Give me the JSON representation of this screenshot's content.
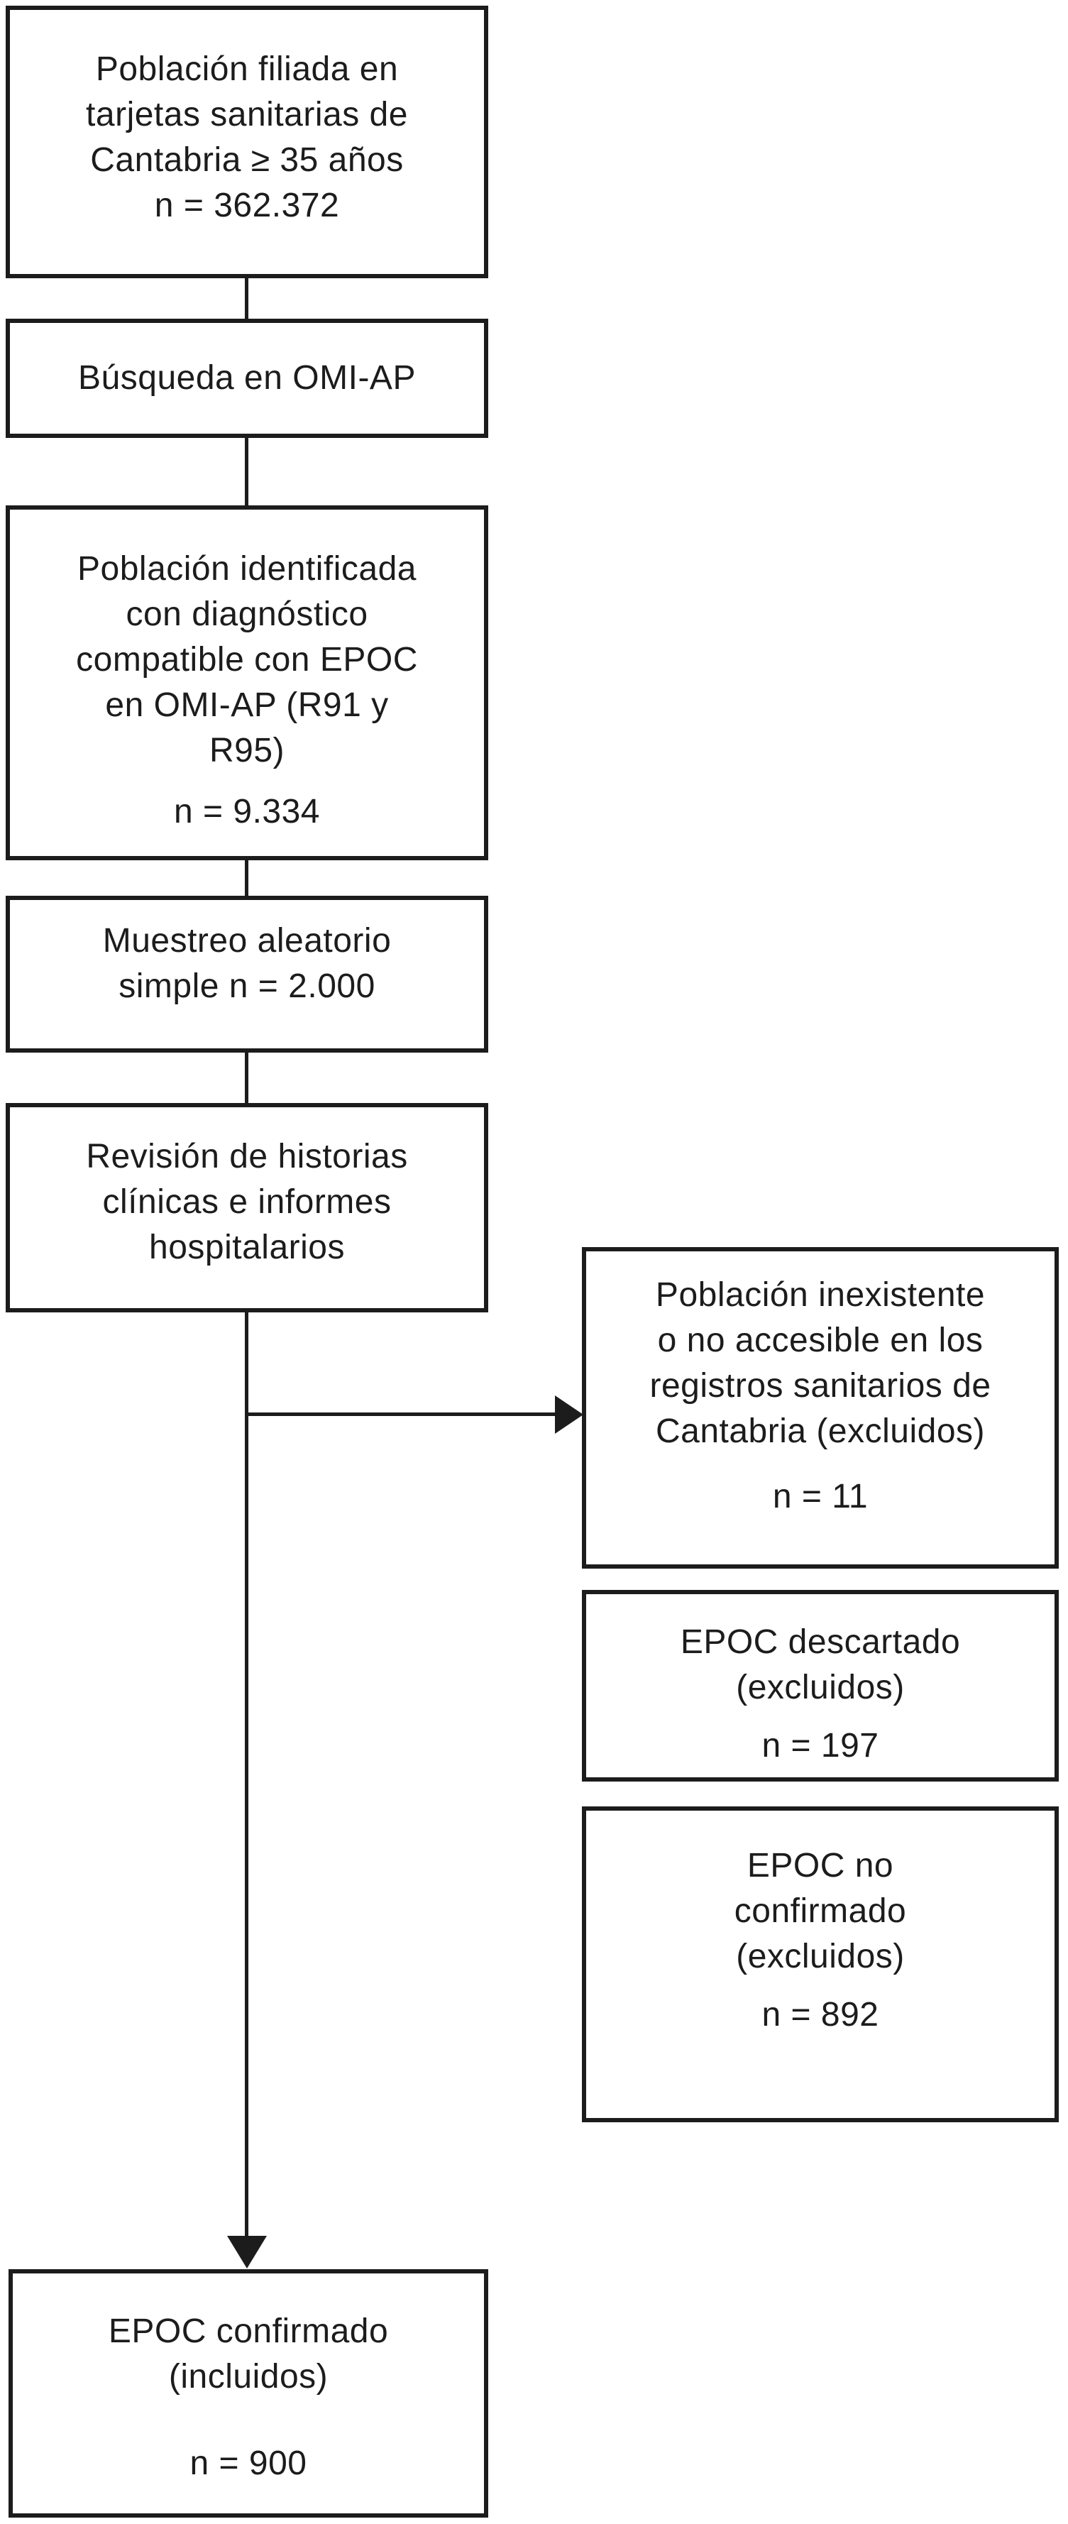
{
  "figure": {
    "type": "flowchart",
    "language": "es",
    "line_color": "#1c1c1c",
    "background_color": "#ffffff"
  },
  "boxes": {
    "population": {
      "lines": [
        "Población filiada en",
        "tarjetas sanitarias de",
        "Cantabria ≥ 35 años"
      ],
      "n_label": "n = 362.372"
    },
    "search": {
      "lines": [
        "Búsqueda en OMI-AP"
      ]
    },
    "identified": {
      "lines": [
        "Población identificada",
        "con diagnóstico",
        "compatible con EPOC",
        "en OMI-AP (R91 y",
        "R95)"
      ],
      "n_label": "n = 9.334"
    },
    "sampling": {
      "lines": [
        "Muestreo aleatorio",
        "simple n = 2.000"
      ]
    },
    "review": {
      "lines": [
        "Revisión de historias",
        "clínicas e informes",
        "hospitalarios"
      ]
    },
    "nonexistent": {
      "lines": [
        "Población inexistente",
        "o no accesible en los",
        "registros sanitarios de",
        "Cantabria (excluidos)"
      ],
      "n_label": "n = 11"
    },
    "discarded": {
      "lines": [
        "EPOC descartado",
        "(excluidos)"
      ],
      "n_label": "n = 197"
    },
    "not_confirmed": {
      "lines": [
        "EPOC no",
        "confirmado",
        "(excluidos)"
      ],
      "n_label": "n = 892"
    },
    "confirmed": {
      "lines": [
        "EPOC confirmado",
        "(incluidos)"
      ],
      "n_label": "n = 900"
    }
  }
}
